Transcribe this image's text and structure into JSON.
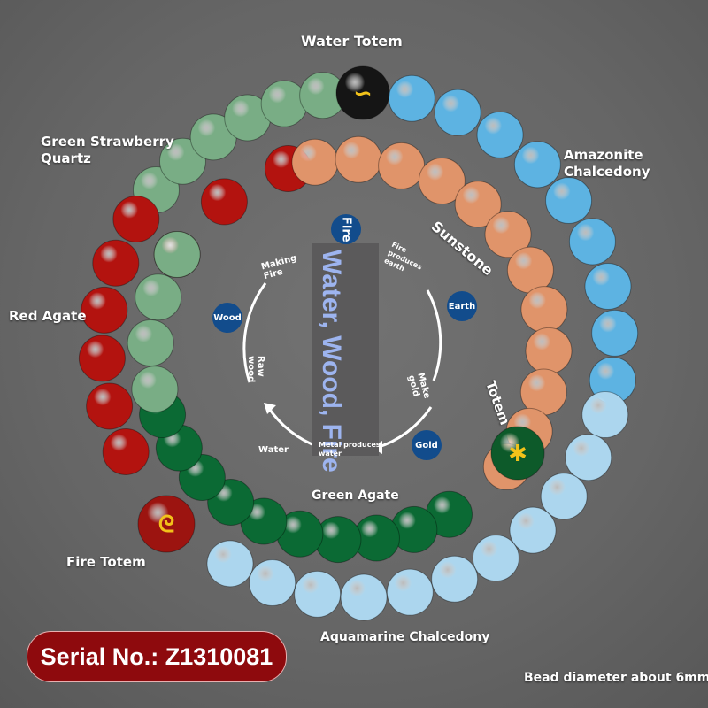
{
  "labels": {
    "water_totem": "Water Totem",
    "green_strawberry_quartz": "Green Strawberry Quartz",
    "amazonite_chalcedony": "Amazonite Chalcedony",
    "sunstone": "Sunstone",
    "red_agate": "Red Agate",
    "totem": "Totem",
    "green_agate": "Green Agate",
    "fire_totem": "Fire Totem",
    "aquamarine_chalcedony": "Aquamarine Chalcedony",
    "bead_diameter": "Bead diameter about 6mm"
  },
  "serial": "Serial No.: Z1310081",
  "diagram": {
    "center_text": "Water, Wood, Fire",
    "nodes": {
      "fire": "Fire",
      "earth": "Earth",
      "gold": "Gold",
      "water": "Water",
      "wood": "Wood"
    },
    "arrows": {
      "making_fire": "Making Fire",
      "fire_produces_earth": "Fire produces earth",
      "make_gold": "Make gold",
      "metal_produces_water": "Metal produces water",
      "raw_wood": "Raw wood"
    }
  },
  "bead_colors": {
    "water_totem": "#151515",
    "amazonite": "#5db3e2",
    "aquamarine": "#acd6ee",
    "fire_totem": "#9c1410",
    "red_agate": "#b3130f",
    "green_strawberry": "#79ad85",
    "sunstone": "#e0946a",
    "green_totem": "#0d5a2a",
    "green_agate": "#0b6a34",
    "glyph": "#f2c21a"
  }
}
